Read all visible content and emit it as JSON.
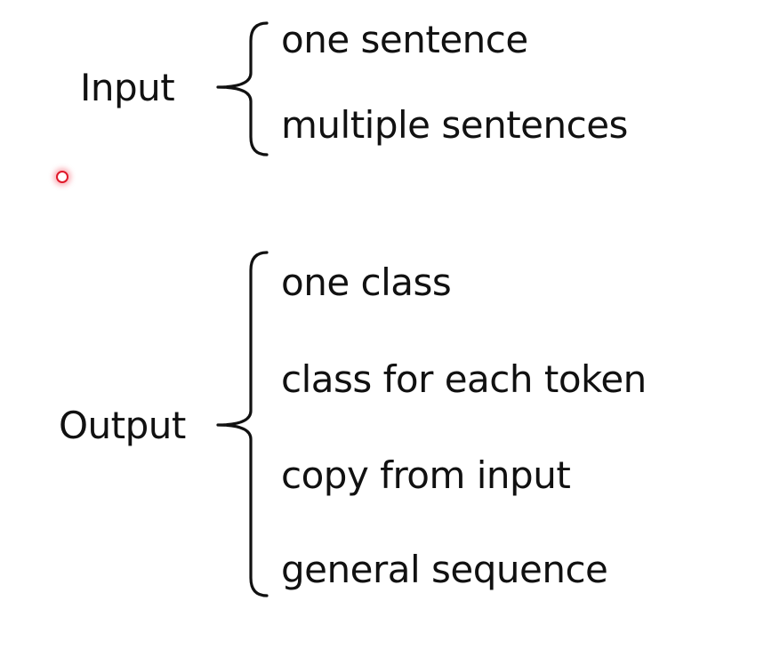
{
  "input": {
    "label": "Input",
    "items": [
      "one sentence",
      "multiple sentences"
    ]
  },
  "output": {
    "label": "Output",
    "items": [
      "one class",
      "class for each token",
      "copy from input",
      "general sequence"
    ]
  },
  "colors": {
    "text": "#111111",
    "pointer": "#e0192a"
  }
}
